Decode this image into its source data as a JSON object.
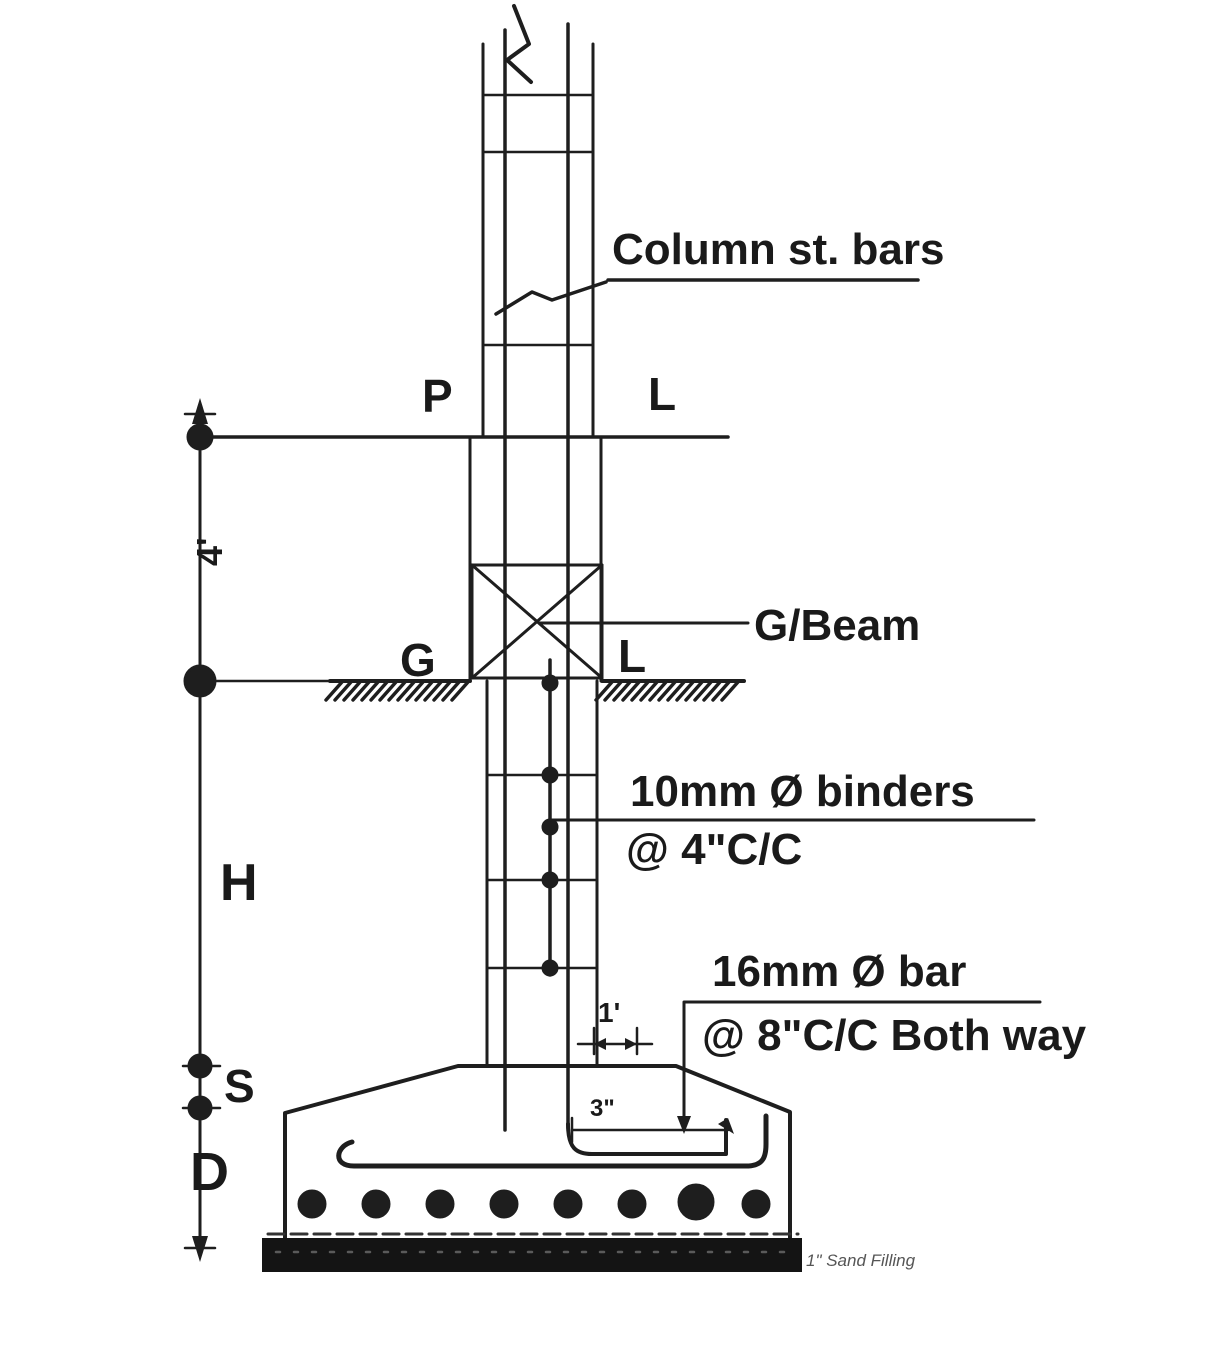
{
  "diagram": {
    "labels": {
      "column_bars": "Column st. bars",
      "plinth_left": "P",
      "plinth_right": "L",
      "dim_side": "4'",
      "grade_beam": "G/Beam",
      "ground_left": "G",
      "ground_right": "L",
      "binders_1": "10mm Ø binders",
      "binders_2": "@ 4\"C/C",
      "height": "H",
      "footing_bar_1": "16mm Ø bar",
      "footing_bar_2": "@ 8\"C/C Both way",
      "dim_one": "1'",
      "dim_three": "3\"",
      "soffit": "S",
      "depth": "D",
      "sand": "1\" Sand Filling"
    },
    "colors": {
      "ink": "#1e1e1e",
      "paper": "#ffffff",
      "base_layer": "#141414",
      "faint_text": "#555555"
    }
  }
}
